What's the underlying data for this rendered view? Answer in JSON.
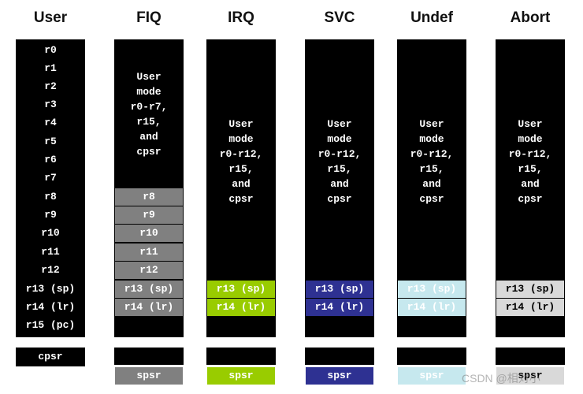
{
  "modes": {
    "user": "User",
    "fiq": "FIQ",
    "irq": "IRQ",
    "svc": "SVC",
    "undef": "Undef",
    "abort": "Abort"
  },
  "user_registers": [
    "r0",
    "r1",
    "r2",
    "r3",
    "r4",
    "r5",
    "r6",
    "r7",
    "r8",
    "r9",
    "r10",
    "r11",
    "r12",
    "r13 (sp)",
    "r14 (lr)",
    "r15 (pc)"
  ],
  "cpsr": "cpsr",
  "spsr": "spsr",
  "fiq": {
    "shared_lines": [
      "User",
      "mode",
      "r0-r7,",
      "r15,",
      "and",
      "cpsr"
    ],
    "banked": [
      "r8",
      "r9",
      "r10",
      "r11",
      "r12",
      "r13 (sp)",
      "r14 (lr)"
    ]
  },
  "shared_other_lines": [
    "User",
    "mode",
    "r0-r12,",
    "r15,",
    "and",
    "cpsr"
  ],
  "banked_sp": "r13 (sp)",
  "banked_lr": "r14 (lr)",
  "watermark": "CSDN @相对小",
  "colors": {
    "fiq": "#808080",
    "irq": "#99cc00",
    "svc": "#2e3192",
    "undef": "#c6e8ee",
    "abort": "#d9d9d9"
  }
}
